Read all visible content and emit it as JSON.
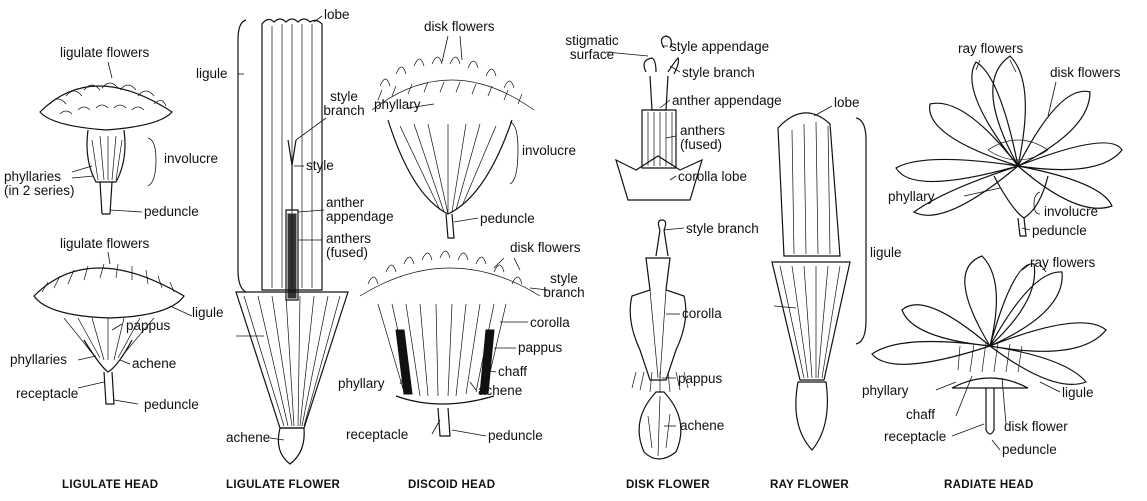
{
  "captions": {
    "ligulate_head": "LIGULATE HEAD",
    "ligulate_flower": "LIGULATE FLOWER",
    "discoid_head": "DISCOID HEAD",
    "disk_flower": "DISK FLOWER",
    "ray_flower": "RAY FLOWER",
    "radiate_head": "RADIATE HEAD"
  },
  "ligulate_head": {
    "ligulate_flowers_1": "ligulate flowers",
    "involucre": "involucre",
    "phyllaries_2_series_line1": "phyllaries",
    "phyllaries_2_series_line2": "(in 2 series)",
    "peduncle_1": "peduncle",
    "ligulate_flowers_2": "ligulate flowers",
    "ligule": "ligule",
    "pappus": "pappus",
    "phyllaries": "phyllaries",
    "achene": "achene",
    "receptacle": "receptacle",
    "peduncle_2": "peduncle"
  },
  "ligulate_flower": {
    "lobe": "lobe",
    "ligule": "ligule",
    "style_branch_line1": "style",
    "style_branch_line2": "branch",
    "style": "style",
    "anther_appendage_line1": "anther",
    "anther_appendage_line2": "appendage",
    "anthers_fused_line1": "anthers",
    "anthers_fused_line2": "(fused)",
    "achene": "achene"
  },
  "discoid_head": {
    "disk_flowers_1": "disk flowers",
    "phyllary_1": "phyllary",
    "involucre": "involucre",
    "peduncle_1": "peduncle",
    "disk_flowers_2": "disk flowers",
    "style_branch_line1": "style",
    "style_branch_line2": "branch",
    "corolla": "corolla",
    "pappus": "pappus",
    "chaff": "chaff",
    "phyllary_2": "phyllary",
    "achene": "achene",
    "receptacle": "receptacle",
    "peduncle_2": "peduncle"
  },
  "disk_flower": {
    "stigmatic_surface_line1": "stigmatic",
    "stigmatic_surface_line2": "surface",
    "style_appendage": "style appendage",
    "style_branch_1": "style branch",
    "anther_appendage": "anther appendage",
    "anthers_fused_line1": "anthers",
    "anthers_fused_line2": "(fused)",
    "corolla_lobe": "corolla lobe",
    "style_branch_2": "style branch",
    "corolla": "corolla",
    "pappus": "pappus",
    "achene": "achene"
  },
  "ray_flower": {
    "lobe": "lobe",
    "ligule": "ligule"
  },
  "radiate_head": {
    "ray_flowers_1": "ray flowers",
    "disk_flowers": "disk flowers",
    "phyllary_1": "phyllary",
    "involucre": "involucre",
    "peduncle_1": "peduncle",
    "ray_flowers_2": "ray flowers",
    "phyllary_2": "phyllary",
    "ligule": "ligule",
    "chaff": "chaff",
    "disk_flower": "disk flower",
    "receptacle": "receptacle",
    "peduncle_2": "peduncle"
  }
}
